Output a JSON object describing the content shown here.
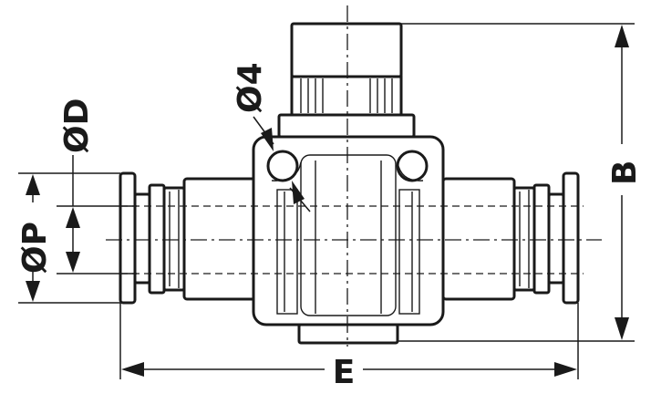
{
  "labels": {
    "phi_4": "Ø4",
    "phi_d": "ØD",
    "phi_p": "ØP",
    "b": "B",
    "e": "E"
  }
}
